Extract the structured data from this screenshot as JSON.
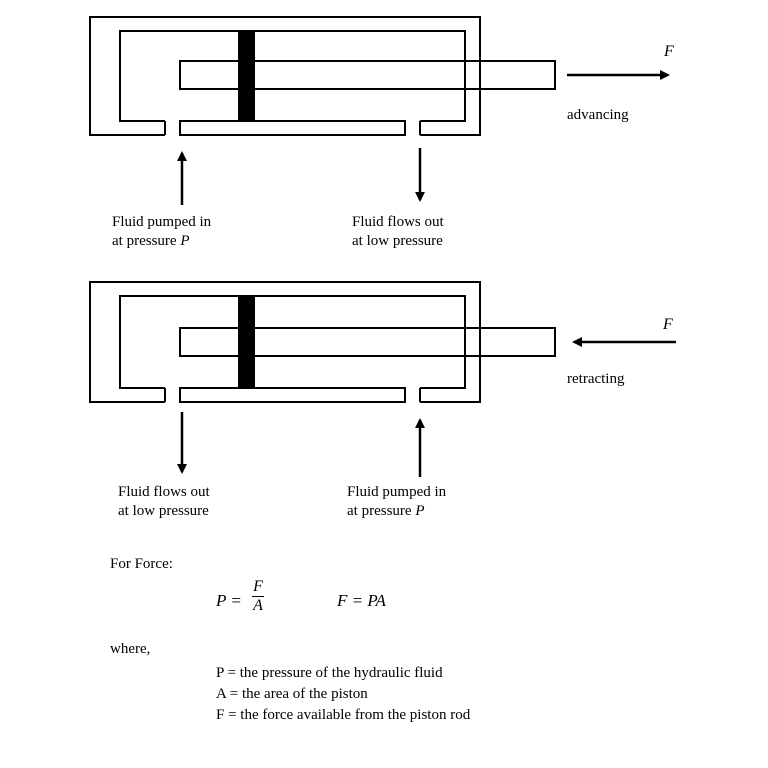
{
  "advancing": {
    "force_label": "F",
    "direction_label": "advancing",
    "inlet_label": [
      "Fluid pumped in",
      "at pressure "
    ],
    "inlet_label_var": "P",
    "outlet_label": [
      "Fluid flows out",
      "at low pressure"
    ]
  },
  "retracting": {
    "force_label": "F",
    "direction_label": "retracting",
    "outlet_label": [
      "Fluid flows out",
      "at low pressure"
    ],
    "inlet_label": [
      "Fluid pumped in",
      "at pressure "
    ],
    "inlet_label_var": "P"
  },
  "formulas": {
    "heading": "For Force:",
    "lhs": "P =",
    "numerator": "F",
    "denominator": "A",
    "second": "F = PA",
    "where": "where,",
    "definitions": [
      "P = the pressure of the hydraulic fluid",
      "A = the area of the piston",
      "F = the force available from the piston rod"
    ]
  }
}
